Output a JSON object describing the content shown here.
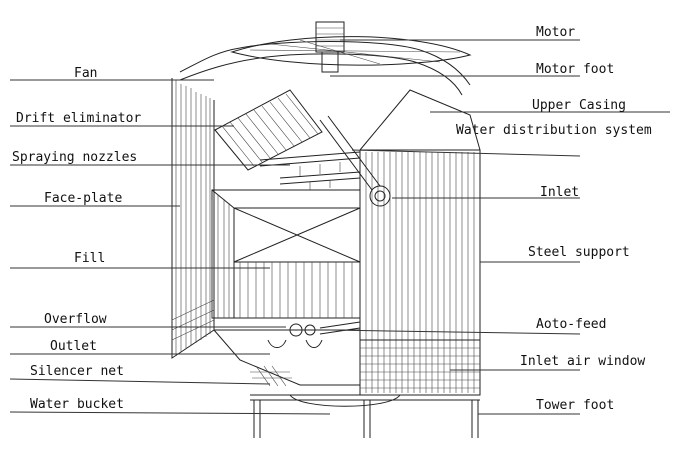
{
  "labels_left": [
    {
      "key": "fan",
      "text": "Fan"
    },
    {
      "key": "drift-eliminator",
      "text": "Drift eliminator"
    },
    {
      "key": "spraying-nozzles",
      "text": "Spraying nozzles"
    },
    {
      "key": "face-plate",
      "text": "Face-plate"
    },
    {
      "key": "fill",
      "text": "Fill"
    },
    {
      "key": "overflow",
      "text": "Overflow"
    },
    {
      "key": "outlet",
      "text": "Outlet"
    },
    {
      "key": "silencer-net",
      "text": "Silencer net"
    },
    {
      "key": "water-bucket",
      "text": "Water bucket"
    }
  ],
  "labels_right": [
    {
      "key": "motor",
      "text": "Motor"
    },
    {
      "key": "motor-foot",
      "text": "Motor foot"
    },
    {
      "key": "upper-casing",
      "text": "Upper Casing"
    },
    {
      "key": "water-distribution-system",
      "text": "Water distribution system"
    },
    {
      "key": "inlet",
      "text": "Inlet"
    },
    {
      "key": "steel-support",
      "text": "Steel support"
    },
    {
      "key": "aoto-feed",
      "text": "Aoto-feed"
    },
    {
      "key": "inlet-air-window",
      "text": "Inlet air window"
    },
    {
      "key": "tower-foot",
      "text": "Tower foot"
    }
  ]
}
